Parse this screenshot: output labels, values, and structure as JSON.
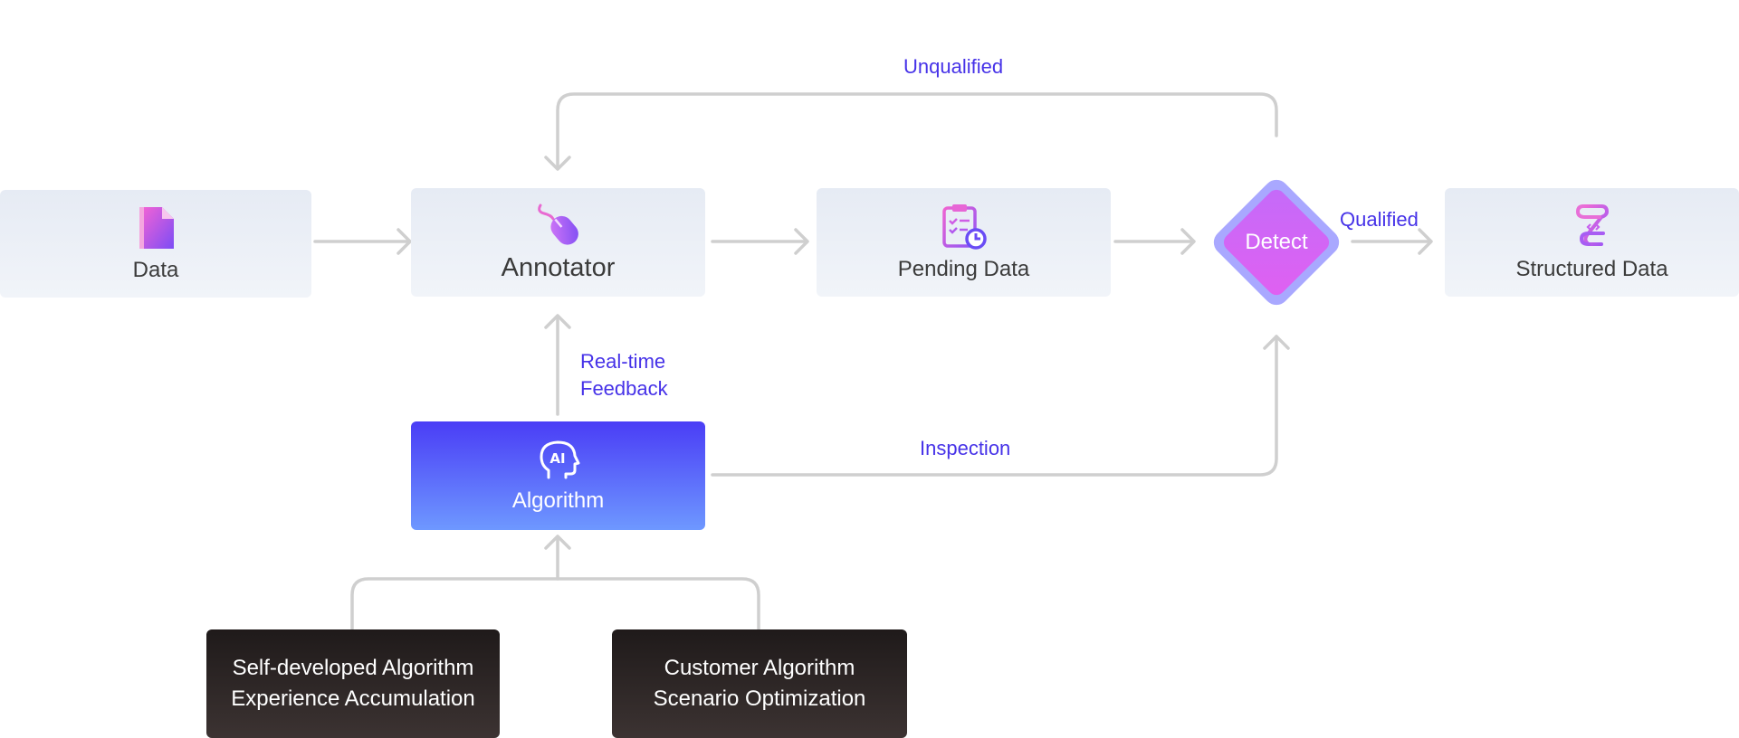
{
  "nodes": {
    "data": "Data",
    "annotator": "Annotator",
    "pending_data": "Pending Data",
    "detect": "Detect",
    "structured_data": "Structured Data",
    "algorithm": "Algorithm",
    "self_developed": [
      "Self-developed Algorithm",
      "Experience Accumulation"
    ],
    "customer": [
      "Customer Algorithm",
      "Scenario Optimization"
    ]
  },
  "edge_labels": {
    "unqualified": "Unqualified",
    "qualified": "Qualified",
    "realtime_feedback": [
      "Real-time",
      "Feedback"
    ],
    "inspection": "Inspection"
  },
  "icons": {
    "data": "document-icon",
    "annotator": "mouse-icon",
    "pending_data": "clipboard-clock-icon",
    "structured_data": "scroll-code-icon",
    "algorithm": "ai-head-icon"
  },
  "colors": {
    "edge_label": "#4632e8",
    "connector": "#cfcfcf",
    "detect_fill": "#d064f6",
    "detect_border": "#a9a8ff",
    "algorithm_top": "#4a3df6",
    "algorithm_bottom": "#6e98ff",
    "dark_box": "#2b2524"
  }
}
